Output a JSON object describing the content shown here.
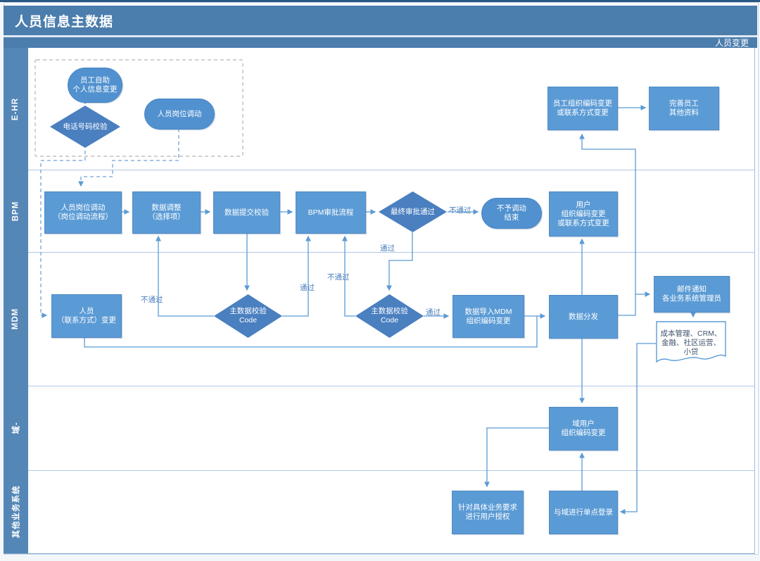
{
  "title": "人员信息主数据",
  "corner_label": "人员变更",
  "lanes": [
    {
      "label": "E-HR"
    },
    {
      "label": "BPM"
    },
    {
      "label": "MDM"
    },
    {
      "label": "域-"
    },
    {
      "label": "其他业务系统"
    }
  ],
  "nodes": [
    {
      "name": "ehr-self-service",
      "type": "stadium",
      "lines": [
        "员工自助",
        "个人信息变更"
      ]
    },
    {
      "name": "ehr-phone-check",
      "type": "diamond",
      "lines": [
        "电话号码校验"
      ]
    },
    {
      "name": "ehr-job-transfer",
      "type": "stadium",
      "lines": [
        "人员岗位调动"
      ]
    },
    {
      "name": "ehr-org-code-change",
      "type": "box",
      "lines": [
        "员工组织编码变更",
        "或联系方式变更"
      ]
    },
    {
      "name": "ehr-complete-profile",
      "type": "box",
      "lines": [
        "完善员工",
        "其他资料"
      ]
    },
    {
      "name": "bpm-job-transfer-flow",
      "type": "box",
      "lines": [
        "人员岗位调动",
        "（岗位调动流程）"
      ]
    },
    {
      "name": "bpm-data-adjust",
      "type": "box",
      "lines": [
        "数据调整",
        "（选择项）"
      ]
    },
    {
      "name": "bpm-submit-check",
      "type": "box",
      "lines": [
        "数据提交校验"
      ]
    },
    {
      "name": "bpm-approval-flow",
      "type": "box",
      "lines": [
        "BPM审批流程"
      ]
    },
    {
      "name": "bpm-final-approval",
      "type": "diamond",
      "lines": [
        "最终审批通过"
      ]
    },
    {
      "name": "bpm-no-transfer-end",
      "type": "stadium",
      "lines": [
        "不予调动",
        "结束"
      ]
    },
    {
      "name": "bpm-user-org-change",
      "type": "box",
      "lines": [
        "用户",
        "组织编码变更",
        "或联系方式变更"
      ]
    },
    {
      "name": "mdm-person-contact-change",
      "type": "box",
      "lines": [
        "人员",
        "（联系方式）变更"
      ]
    },
    {
      "name": "mdm-master-check-1",
      "type": "diamond",
      "lines": [
        "主数据校验",
        "Code"
      ]
    },
    {
      "name": "mdm-master-check-2",
      "type": "diamond",
      "lines": [
        "主数据校验",
        "Code"
      ]
    },
    {
      "name": "mdm-import-org-change",
      "type": "box",
      "lines": [
        "数据导入MDM",
        "组织编码变更"
      ]
    },
    {
      "name": "mdm-distribute",
      "type": "box",
      "lines": [
        "数据分发"
      ]
    },
    {
      "name": "mdm-email-notify",
      "type": "box",
      "lines": [
        "邮件通知",
        "各业务系统管理员"
      ]
    },
    {
      "name": "mdm-target-systems",
      "type": "document",
      "lines": [
        "成本管理、CRM、",
        "金融、社区运营、",
        "小贷"
      ]
    },
    {
      "name": "domain-user-org-change",
      "type": "box",
      "lines": [
        "域用户",
        "组织编码变更"
      ]
    },
    {
      "name": "other-user-auth",
      "type": "box",
      "lines": [
        "针对具体业务要求",
        "进行用户授权"
      ]
    },
    {
      "name": "other-domain-sso",
      "type": "box",
      "lines": [
        "与域进行单点登录"
      ]
    }
  ],
  "edge_labels": [
    {
      "text": "不通过"
    },
    {
      "text": "通过"
    },
    {
      "text": "不通过"
    },
    {
      "text": "通过"
    },
    {
      "text": "不通过"
    },
    {
      "text": "通过"
    }
  ],
  "colors": {
    "header_bg": "#4b7dad",
    "lane_label_bg": "#5486b6",
    "box_fill": "#5b9bd5",
    "stadium_fill": "#5191cf",
    "diamond_fill": "#4a7fc0",
    "connector": "#5b9bd5",
    "dashed_connector": "#72a2d8",
    "dashed_group_border": "#b5b5b5",
    "grid_line": "#adc9e5",
    "edge_label_text": "#4a7ebc",
    "document_text": "#3f526b",
    "node_text": "#ffffff"
  }
}
